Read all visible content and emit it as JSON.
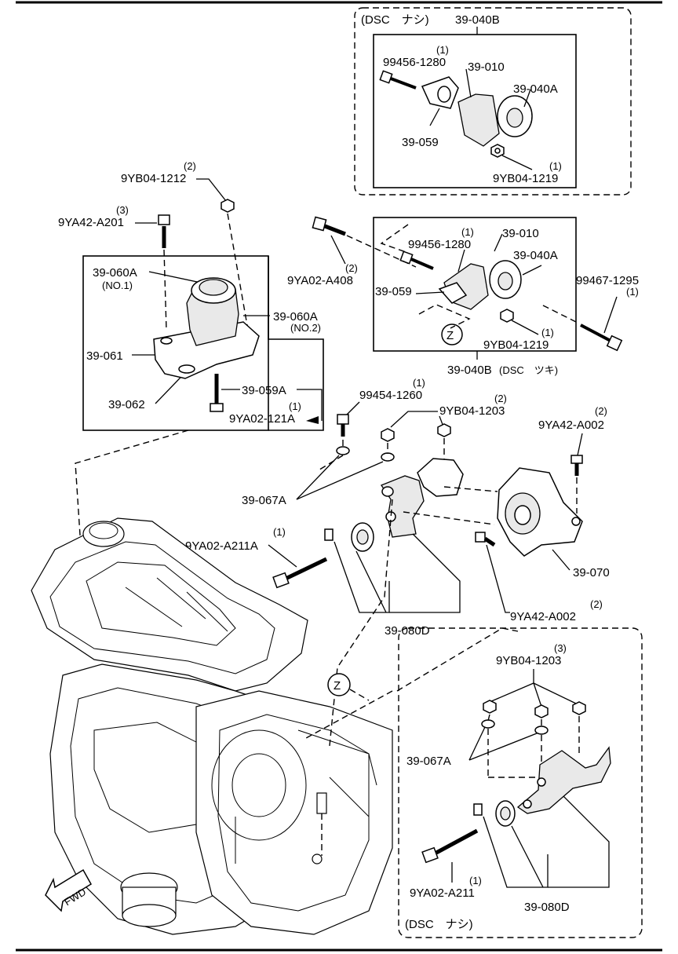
{
  "top_group": {
    "condition": "(DSC　ナシ)",
    "assembly": "39-040B",
    "bolt_qty": "(1)",
    "bolt": "99456-1280",
    "bracket": "39-010",
    "mount": "39-040A",
    "spacer": "39-059",
    "nut_qty": "(1)",
    "nut": "9YB04-1219"
  },
  "mid_group": {
    "assembly": "39-040B",
    "condition": "(DSC　ツキ)",
    "bolt_qty": "(1)",
    "bolt": "99456-1280",
    "bracket": "39-010",
    "mount": "39-040A",
    "spacer": "39-059",
    "nut_qty": "(1)",
    "nut": "9YB04-1219",
    "detail_tag": "Z"
  },
  "left_group": {
    "nut_qty": "(2)",
    "nut": "9YB04-1212",
    "bolt_qty": "(3)",
    "bolt": "9YA42-A201",
    "mount_no1": "39-060A",
    "mount_no1_sub": "(NO.1)",
    "mount_no2": "39-060A",
    "mount_no2_sub": "(NO.2)",
    "bracket": "39-061",
    "stopper": "39-062",
    "stud": "39-059A",
    "stud_bolt_qty": "(1)",
    "stud_bolt": "9YA02-121A"
  },
  "side_parts": {
    "long_bolt_qty": "(2)",
    "long_bolt": "9YA02-A408",
    "right_bolt_qty": "(1)",
    "right_bolt": "99467-1295"
  },
  "lower_group": {
    "bolt1_qty": "(1)",
    "bolt1": "99454-1260",
    "nut_qty": "(2)",
    "nut": "9YB04-1203",
    "bolt2_qty": "(2)",
    "bolt2": "9YA42-A002",
    "washer": "39-067A",
    "long_bolt_qty": "(1)",
    "long_bolt": "9YA02-A211A",
    "mount": "39-070",
    "bolt3_qty": "(2)",
    "bolt3": "9YA42-A002",
    "bracket": "39-080D"
  },
  "engine": {
    "detail_tag": "Z",
    "fwd": "FWD"
  },
  "bottom_group": {
    "nut_qty": "(3)",
    "nut": "9YB04-1203",
    "washer": "39-067A",
    "bolt_qty": "(1)",
    "bolt": "9YA02-A211",
    "bracket": "39-080D",
    "condition": "(DSC　ナシ)"
  }
}
